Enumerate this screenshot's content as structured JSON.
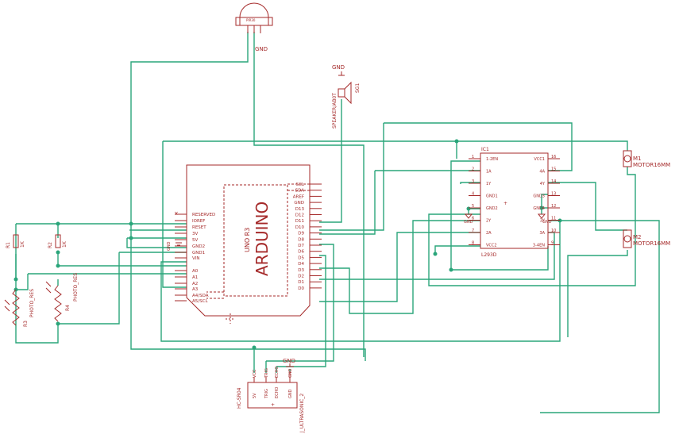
{
  "schematic": {
    "arduino": {
      "model_label": "ARDUINO",
      "sub_label": "UNO R3",
      "left_pins": [
        "RESERVED",
        "IOREF",
        "RESET",
        "3V",
        "5V",
        "GND2",
        "GND1",
        "VIN",
        "A0",
        "A1",
        "A2",
        "A3",
        "A4/SDA",
        "A5/SCL"
      ],
      "right_pins": [
        "SCL",
        "SDA",
        "AREF",
        "GND",
        "D13",
        "D12",
        "D11",
        "D10",
        "D9",
        "D8",
        "D7",
        "D6",
        "D5",
        "D4",
        "D3",
        "D2",
        "D1",
        "D0"
      ]
    },
    "driver_ic": {
      "ref": "IC1",
      "part": "L293D",
      "left_pins": [
        "1-2EN",
        "1A",
        "1Y",
        "GND1",
        "GND2",
        "2Y",
        "2A",
        "VCC2"
      ],
      "right_pins": [
        "VCC1",
        "4A",
        "4Y",
        "GND3",
        "GND4",
        "3Y",
        "3A",
        "3-4EN"
      ],
      "left_numbers": [
        "1",
        "2",
        "3",
        "4",
        "5",
        "6",
        "7",
        "8"
      ],
      "right_numbers": [
        "16",
        "15",
        "14",
        "13",
        "12",
        "11",
        "10",
        "9"
      ]
    },
    "pir": {
      "label": "PIR30",
      "gnd_label": "GND"
    },
    "speaker": {
      "ref": "SG1",
      "part": "SPEAKER/AB0T",
      "gnd_label": "GND"
    },
    "ultrasonic": {
      "ref": "HC-SR04",
      "part": "J_ULTRASONIC_2",
      "top_labels": [
        "VCC",
        "TRIG",
        "ECHO",
        "GND"
      ],
      "inner_labels": [
        "5V",
        "TRIG",
        "ECHO",
        "GND"
      ],
      "gnd_label": "GND"
    },
    "motors": [
      {
        "ref": "M1",
        "part": "MOTOR16MM"
      },
      {
        "ref": "M2",
        "part": "MOTOR16MM"
      }
    ],
    "resistors": [
      {
        "ref": "R1",
        "value": "1K"
      },
      {
        "ref": "R2",
        "value": "1K"
      }
    ],
    "photoresistors": [
      {
        "ref": "R3",
        "part": "PHOTO_RES"
      },
      {
        "ref": "R4",
        "part": "PHOTO_RES"
      }
    ],
    "gnd_label": "GND",
    "plus_marks": [
      "+",
      "+",
      "+"
    ]
  }
}
